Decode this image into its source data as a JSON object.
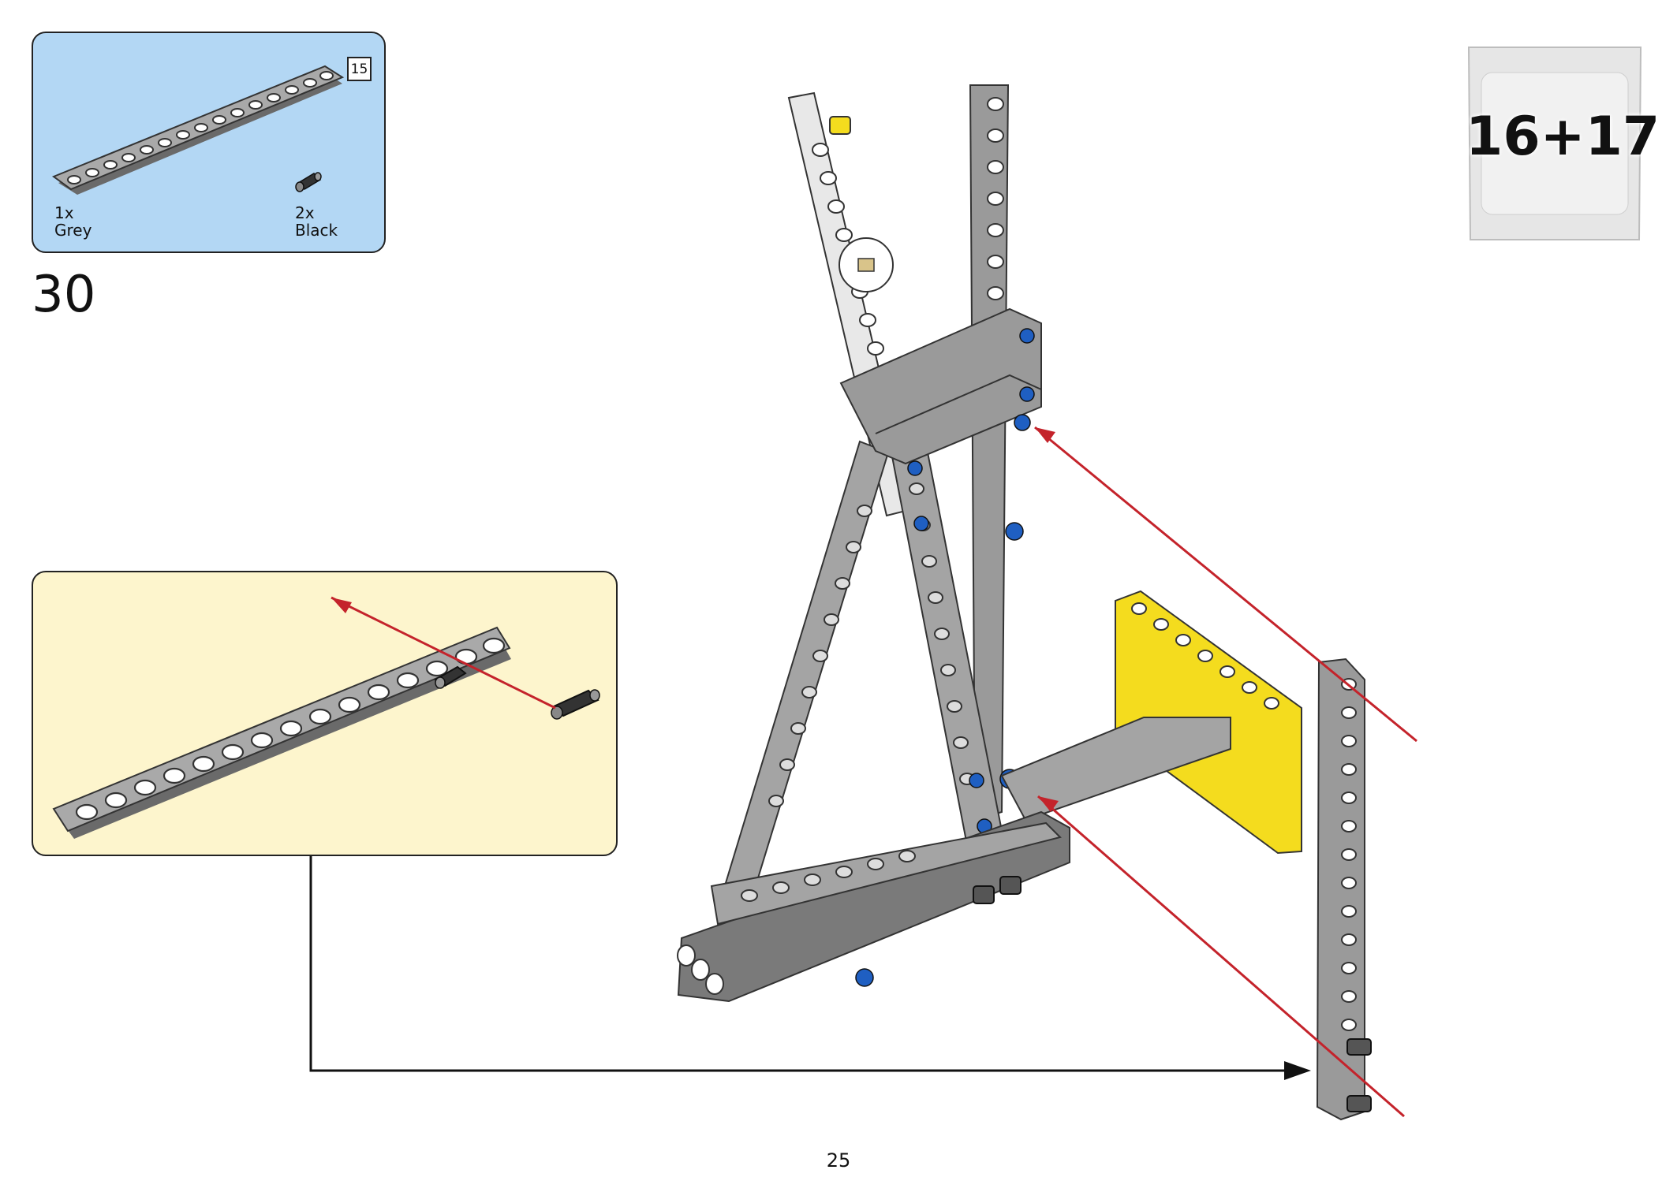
{
  "parts_list": {
    "beam_length_badge": "15",
    "items": [
      {
        "quantity": "1x",
        "color": "Grey"
      },
      {
        "quantity": "2x",
        "color": "Black"
      }
    ]
  },
  "step": {
    "number": "30"
  },
  "bag": {
    "label": "16+17"
  },
  "page": {
    "number": "25"
  },
  "colors": {
    "parts_box_bg": "#b3d7f4",
    "callout_bg": "#fdf5cd",
    "beam_grey": "#a4a4a4",
    "beam_dark": "#6a6a6a",
    "pin_blue": "#1f5fc2",
    "beam_yellow": "#f4dc1e",
    "arrow_red": "#c4232b"
  }
}
